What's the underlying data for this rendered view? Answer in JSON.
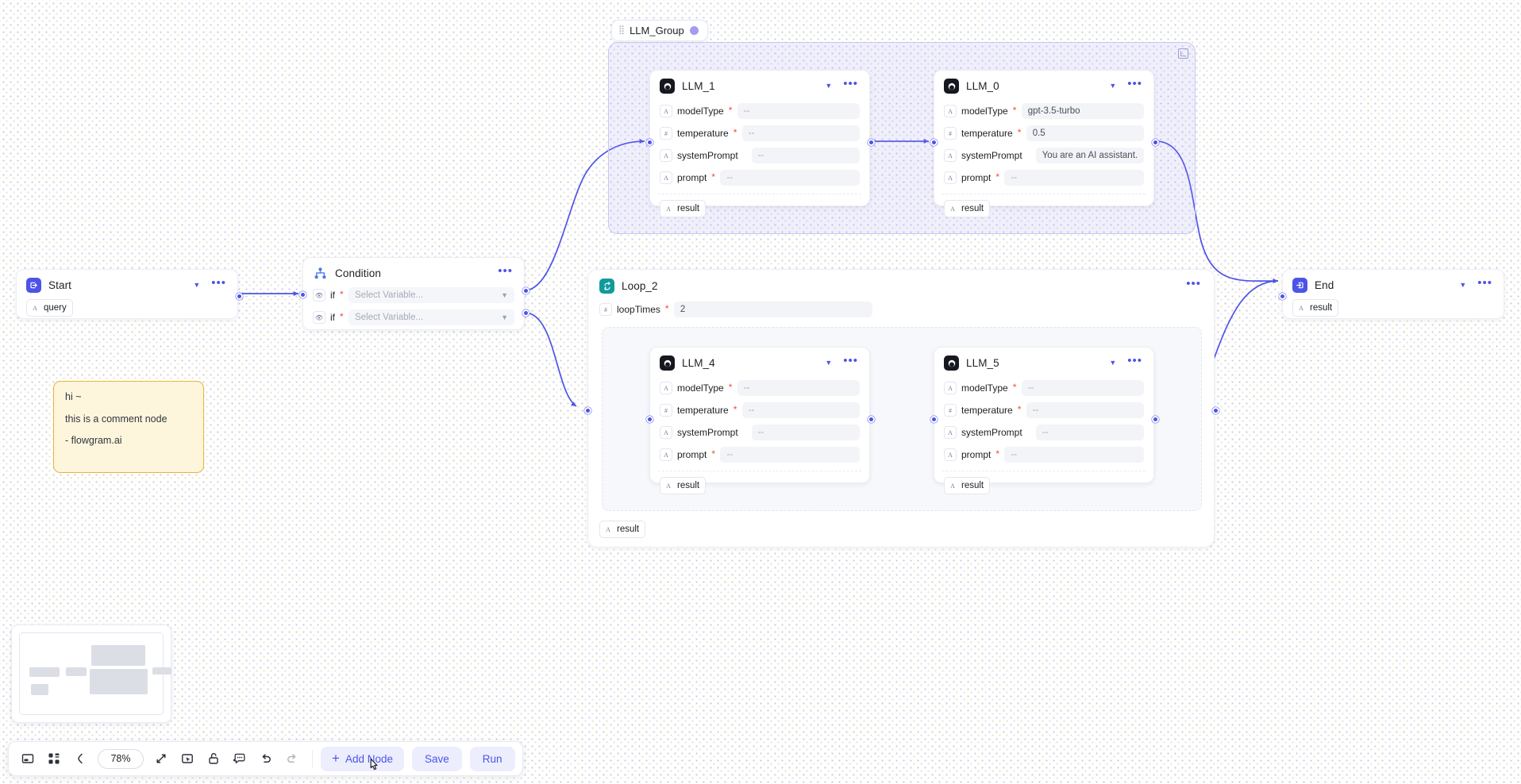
{
  "app": {
    "canvas_zoom": "78%"
  },
  "nodes": {
    "start": {
      "title": "Start",
      "icon": "start-icon",
      "outputs": [
        {
          "label": "query",
          "type": "string"
        }
      ]
    },
    "condition": {
      "title": "Condition",
      "icon": "condition-icon",
      "branches": [
        {
          "label": "if",
          "placeholder": "Select Variable...",
          "required": true
        },
        {
          "label": "if",
          "placeholder": "Select Variable...",
          "required": true
        }
      ]
    },
    "comment": {
      "lines": [
        "hi ~",
        "this is a comment node",
        "- flowgram.ai"
      ]
    },
    "llm_group": {
      "title": "LLM_Group",
      "color": "#a39bf0"
    },
    "llm_1": {
      "title": "LLM_1",
      "icon": "llm-icon",
      "fields": [
        {
          "name": "modelType",
          "type": "string",
          "required": true,
          "value": "--",
          "dim": true
        },
        {
          "name": "temperature",
          "type": "number",
          "required": true,
          "value": "--",
          "dim": true
        },
        {
          "name": "systemPrompt",
          "type": "string",
          "required": false,
          "value": "--",
          "dim": true
        },
        {
          "name": "prompt",
          "type": "string",
          "required": true,
          "value": "--",
          "dim": true
        }
      ],
      "outputs": [
        {
          "label": "result"
        }
      ]
    },
    "llm_0": {
      "title": "LLM_0",
      "icon": "llm-icon",
      "fields": [
        {
          "name": "modelType",
          "type": "string",
          "required": true,
          "value": "gpt-3.5-turbo",
          "dim": false
        },
        {
          "name": "temperature",
          "type": "number",
          "required": true,
          "value": "0.5",
          "dim": false
        },
        {
          "name": "systemPrompt",
          "type": "string",
          "required": false,
          "value": "You are an AI assistant.",
          "dim": false
        },
        {
          "name": "prompt",
          "type": "string",
          "required": true,
          "value": "--",
          "dim": true
        }
      ],
      "outputs": [
        {
          "label": "result"
        }
      ]
    },
    "loop_2": {
      "title": "Loop_2",
      "icon": "loop-icon",
      "fields": [
        {
          "name": "loopTimes",
          "type": "number",
          "required": true,
          "value": "2",
          "dim": false
        }
      ],
      "outputs": [
        {
          "label": "result"
        }
      ]
    },
    "llm_4": {
      "title": "LLM_4",
      "icon": "llm-icon",
      "fields": [
        {
          "name": "modelType",
          "type": "string",
          "required": true,
          "value": "--",
          "dim": true
        },
        {
          "name": "temperature",
          "type": "number",
          "required": true,
          "value": "--",
          "dim": true
        },
        {
          "name": "systemPrompt",
          "type": "string",
          "required": false,
          "value": "--",
          "dim": true
        },
        {
          "name": "prompt",
          "type": "string",
          "required": true,
          "value": "--",
          "dim": true
        }
      ],
      "outputs": [
        {
          "label": "result"
        }
      ]
    },
    "llm_5": {
      "title": "LLM_5",
      "icon": "llm-icon",
      "fields": [
        {
          "name": "modelType",
          "type": "string",
          "required": true,
          "value": "--",
          "dim": true
        },
        {
          "name": "temperature",
          "type": "number",
          "required": true,
          "value": "--",
          "dim": true
        },
        {
          "name": "systemPrompt",
          "type": "string",
          "required": false,
          "value": "--",
          "dim": true
        },
        {
          "name": "prompt",
          "type": "string",
          "required": true,
          "value": "--",
          "dim": true
        }
      ],
      "outputs": [
        {
          "label": "result"
        }
      ]
    },
    "end": {
      "title": "End",
      "icon": "end-icon",
      "outputs": [
        {
          "label": "result"
        }
      ]
    }
  },
  "toolbar": {
    "zoom_value": "78%",
    "icons": [
      "minimap-toggle-icon",
      "layout-grid-icon",
      "zoom-out-icon"
    ],
    "icons_right": [
      "fit-view-icon",
      "select-tool-icon",
      "unlock-icon",
      "comment-tool-icon",
      "undo-icon",
      "redo-icon"
    ],
    "add_node_label": "Add Node",
    "save_label": "Save",
    "run_label": "Run"
  }
}
